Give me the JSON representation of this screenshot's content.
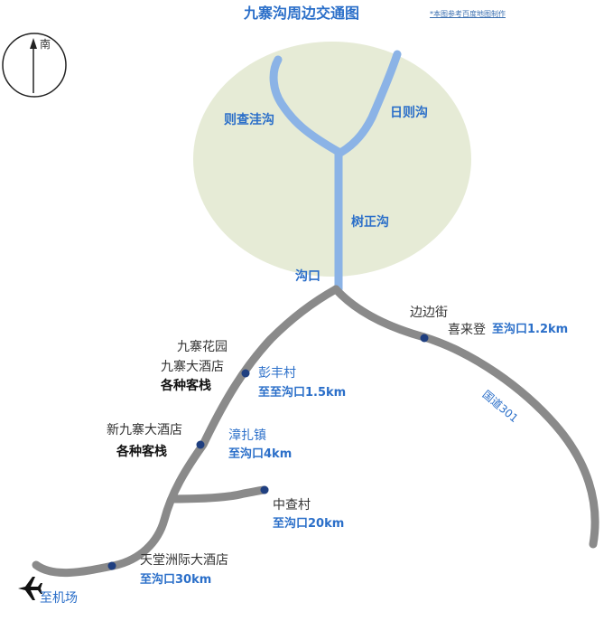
{
  "title": "九寨沟周边交通图",
  "note": "*本图参考百度地图制作",
  "compass": {
    "label": "南"
  },
  "scenic": {
    "left_valley": "则查洼沟",
    "right_valley": "日则沟",
    "trunk": "树正沟",
    "entrance": "沟口"
  },
  "road_label": "国道301",
  "places": {
    "bianbianjie": {
      "name": "边边街",
      "sub": "喜来登",
      "dist": "至沟口1.2km"
    },
    "jiuzhai_garden": {
      "line1": "九寨花园",
      "line2": "九寨大酒店",
      "line3": "各种客栈"
    },
    "pengfeng": {
      "name": "彭丰村",
      "dist": "至至沟口1.5km"
    },
    "xinjiuzhai": {
      "line1": "新九寨大酒店",
      "line2": "各种客栈"
    },
    "zhangzha": {
      "name": "漳扎镇",
      "dist": "至沟口4km"
    },
    "zhongcha": {
      "name": "中查村",
      "dist": "至沟口20km"
    },
    "tiantang": {
      "name": "天堂洲际大酒店",
      "dist": "至沟口30km"
    },
    "airport": {
      "label": "至机场"
    }
  },
  "colors": {
    "road": "#8a8a8a",
    "river": "#8bb3e6",
    "scenic_area": "#e6ebd6",
    "marker": "#1f3f80",
    "text_blue": "#2b6fc9"
  },
  "icons": [
    "compass-north-arrow-icon",
    "airplane-icon"
  ]
}
